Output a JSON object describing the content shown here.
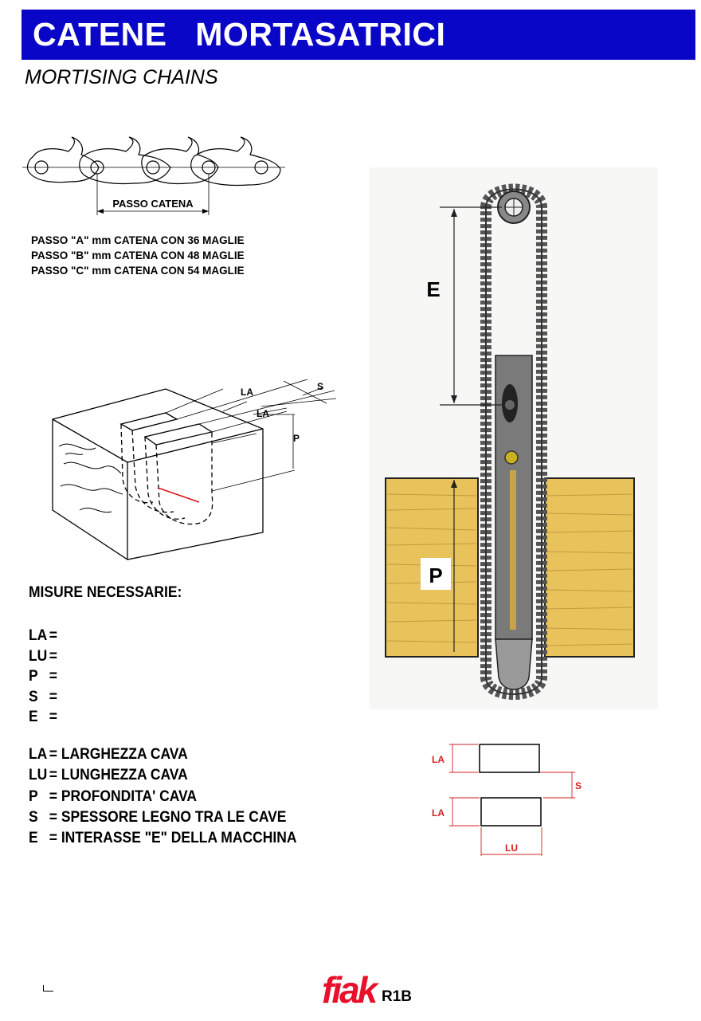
{
  "header": {
    "title": "CATENE   MORTASATRICI",
    "subtitle": "MORTISING CHAINS"
  },
  "chain_diagram": {
    "pitch_label": "PASSO CATENA"
  },
  "pitch_notes": [
    "PASSO \"A\" mm CATENA CON 36 MAGLIE",
    "PASSO \"B\" mm CATENA CON 48 MAGLIE",
    "PASSO \"C\" mm CATENA CON 54 MAGLIE"
  ],
  "block_diagram": {
    "label_la_top": "LA",
    "label_la_bottom": "LA",
    "label_s": "S",
    "label_p": "P"
  },
  "machine_diagram": {
    "label_e": "E",
    "label_p": "P",
    "colors": {
      "wood": "#e8c35c",
      "bar": "#7a7a7a",
      "chain": "#555555"
    }
  },
  "slot_diagram": {
    "label_la_top": "LA",
    "label_la_bottom": "LA",
    "label_s": "S",
    "label_lu": "LU",
    "colors": {
      "labels": "#d42020"
    }
  },
  "measures": {
    "heading": "MISURE NECESSARIE:",
    "items": [
      {
        "key": "LA",
        "eq": "="
      },
      {
        "key": "LU",
        "eq": "="
      },
      {
        "key": "P",
        "eq": "="
      },
      {
        "key": "S",
        "eq": "="
      },
      {
        "key": "E",
        "eq": "="
      }
    ]
  },
  "legend": [
    {
      "key": "LA",
      "text": "= LARGHEZZA CAVA"
    },
    {
      "key": "LU",
      "text": "= LUNGHEZZA CAVA"
    },
    {
      "key": "P",
      "text": "= PROFONDITA' CAVA"
    },
    {
      "key": "S",
      "text": "= SPESSORE LEGNO TRA LE CAVE"
    },
    {
      "key": "E",
      "text": "= INTERASSE \"E\" DELLA MACCHINA"
    }
  ],
  "footer": {
    "logo": "fiak",
    "code": "R1B",
    "colors": {
      "logo": "#e8102a"
    }
  }
}
